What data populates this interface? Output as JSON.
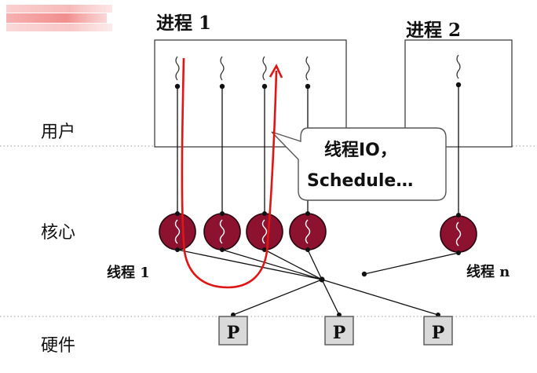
{
  "layers": {
    "user": "用户",
    "kernel": "核心",
    "hardware": "硬件"
  },
  "processes": [
    {
      "title": "进程 1",
      "user_threads": 4
    },
    {
      "title": "进程 2",
      "user_threads": 1
    }
  ],
  "kernel_threads": {
    "first_label": "线程 1",
    "last_label": "线程 n"
  },
  "callout": {
    "line1": "线程IO，",
    "line2": "Schedule…"
  },
  "processors": [
    "P",
    "P",
    "P"
  ],
  "colors": {
    "kernel_thread_fill": "#8c1230",
    "highlight_path": "#e01515",
    "processor_fill": "#d9d9d9",
    "logo_stripe": "#f08080"
  }
}
